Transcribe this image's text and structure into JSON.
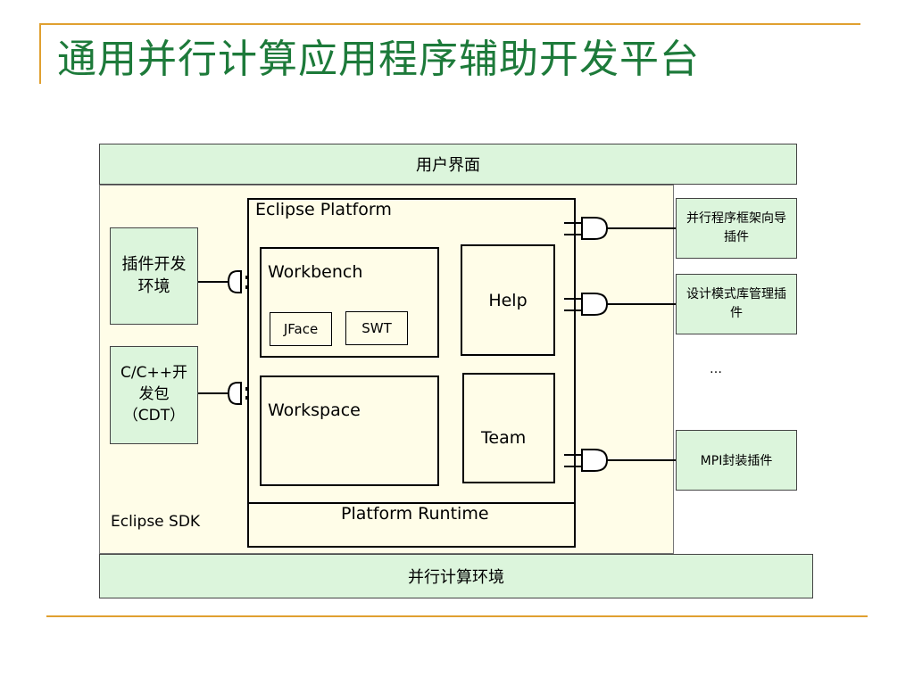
{
  "title": "通用并行计算应用程序辅助开发平台",
  "diagram": {
    "top_bar": "用户界面",
    "bottom_bar": "并行计算环境",
    "sdk_label": "Eclipse SDK",
    "platform_label": "Eclipse Platform",
    "workbench": "Workbench",
    "jface": "JFace",
    "swt": "SWT",
    "workspace": "Workspace",
    "help": "Help",
    "team": "Team",
    "runtime": "Platform Runtime",
    "left_plugins": [
      "插件开发环境",
      "C/C++开发包（CDT）"
    ],
    "right_plugins": [
      "并行程序框架向导插件",
      "设计模式库管理插件",
      "…",
      "MPI封装插件"
    ]
  },
  "colors": {
    "title": "#1d7a3a",
    "accent_line": "#e0a030",
    "plugin_fill": "#dcf5dc",
    "sdk_fill": "#fffde8"
  }
}
